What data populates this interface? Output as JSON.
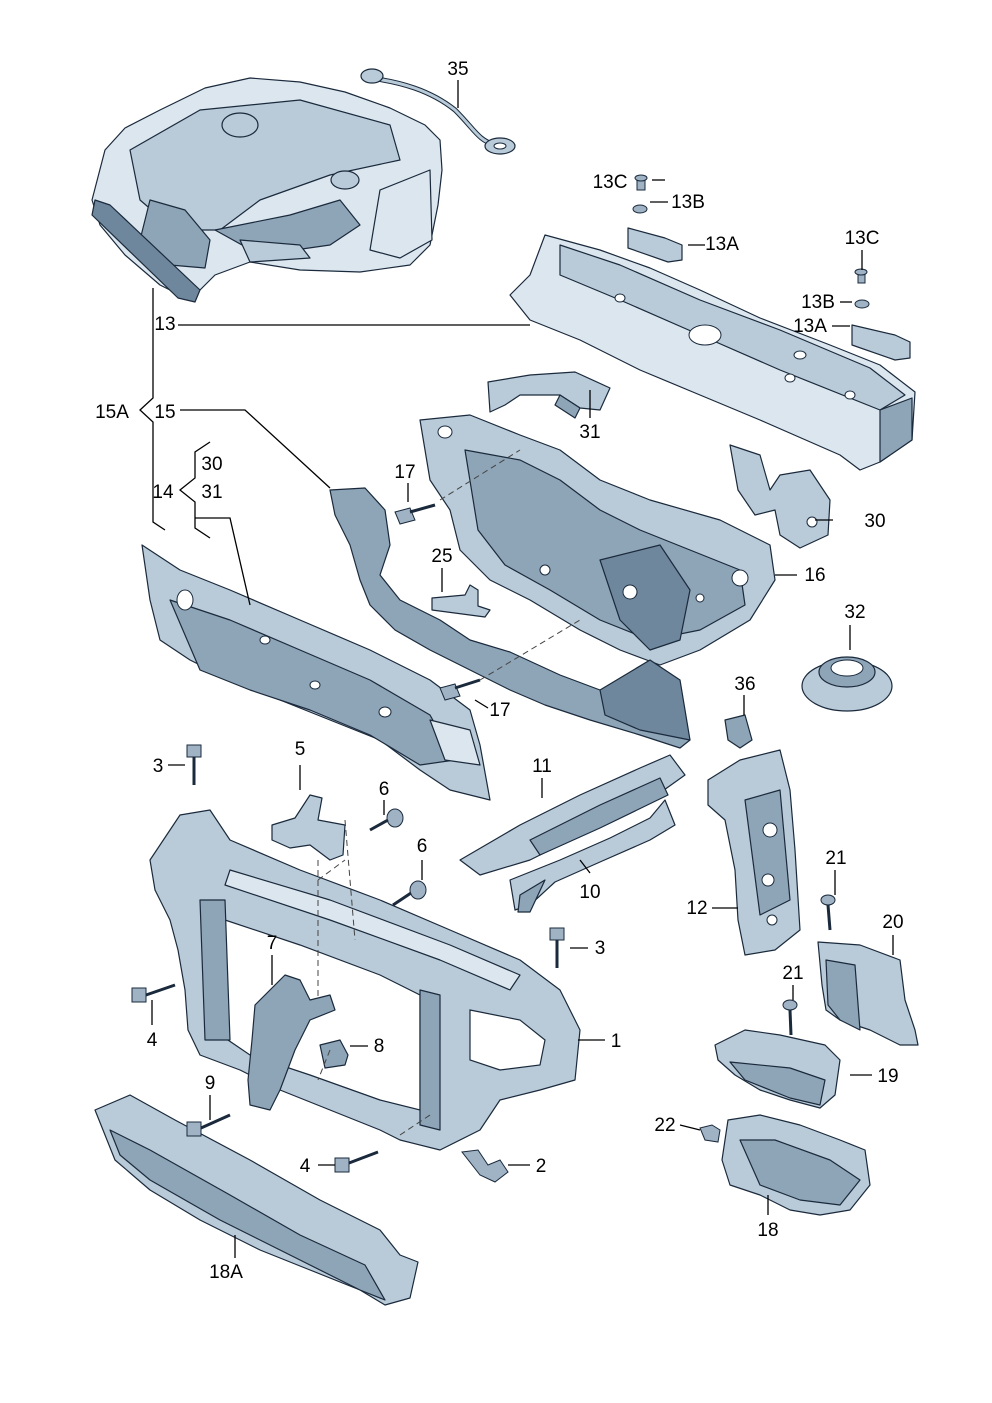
{
  "labels": {
    "p35": "35",
    "p13c_a": "13C",
    "p13b_a": "13B",
    "p13a_a": "13A",
    "p13c_b": "13C",
    "p13b_b": "13B",
    "p13a_b": "13A",
    "p13": "13",
    "p15a": "15A",
    "p15": "15",
    "p31_a": "31",
    "p30_a": "30",
    "p31_b": "31",
    "p14": "14",
    "p17_a": "17",
    "p25": "25",
    "p16": "16",
    "p30_b": "30",
    "p32": "32",
    "p17_b": "17",
    "p36": "36",
    "p3_a": "3",
    "p5": "5",
    "p6_a": "6",
    "p6_b": "6",
    "p11": "11",
    "p10": "10",
    "p12": "12",
    "p21_a": "21",
    "p20": "20",
    "p3_b": "3",
    "p7": "7",
    "p4_a": "4",
    "p8": "8",
    "p1": "1",
    "p21_b": "21",
    "p19": "19",
    "p9": "9",
    "p22": "22",
    "p4_b": "4",
    "p2": "2",
    "p18": "18",
    "p18a": "18A"
  }
}
